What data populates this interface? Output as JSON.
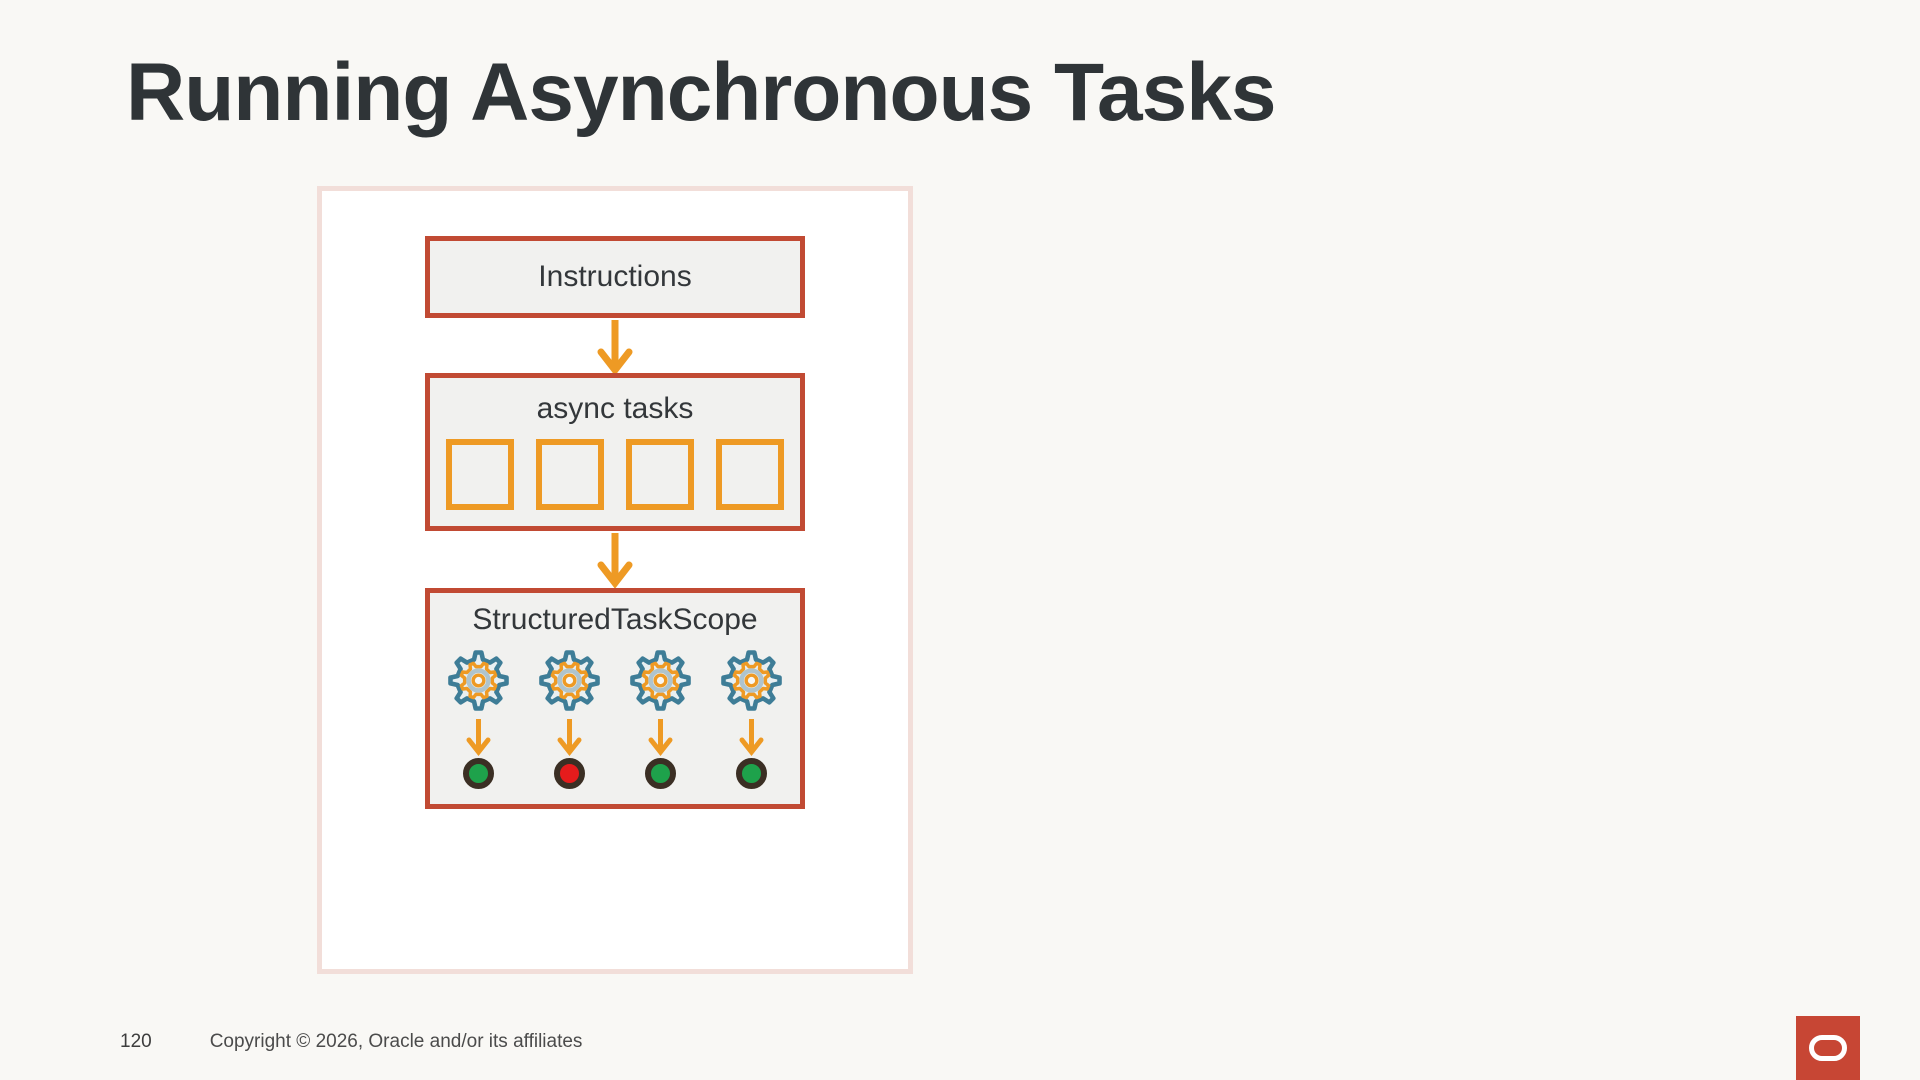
{
  "slide": {
    "title": "Running Asynchronous Tasks",
    "page_number": "120",
    "copyright": "Copyright © 2026, Oracle and/or its affiliates"
  },
  "diagram": {
    "instructions_box": {
      "label": "Instructions"
    },
    "async_box": {
      "label": "async tasks",
      "slot_count": 4
    },
    "scope_box": {
      "label": "StructuredTaskScope",
      "workers": [
        {
          "status": "success"
        },
        {
          "status": "error"
        },
        {
          "status": "success"
        },
        {
          "status": "success"
        }
      ]
    }
  },
  "icons": {
    "down_arrow": "orange chevron arrow pointing down",
    "gear": "teal and orange cog wheel (worker task)",
    "status_dot": "filled circle with dark ring",
    "oracle_logo": "red square with white oval"
  },
  "colors": {
    "background": "#F9F8F5",
    "title_text": "#2F3437",
    "frame_border": "#F2DED9",
    "frame_fill": "#FFFFFF",
    "box_border_red": "#C14A33",
    "box_fill": "#F1F1EF",
    "label_text": "#33373A",
    "accent_orange": "#EE9A24",
    "gear_teal": "#3E7D97",
    "gear_fill": "#E8EFF1",
    "gear_ring": "#AFC4CD",
    "status_success": "#1EA24B",
    "status_error": "#E61B1C",
    "dot_ring": "#3B2F24",
    "footer_text": "#4B4B4B",
    "logo_red": "#C74634"
  }
}
